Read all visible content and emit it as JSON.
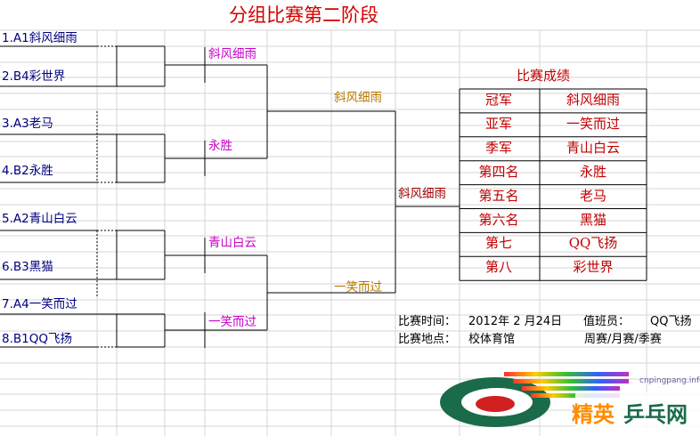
{
  "title": "分组比赛第二阶段",
  "entries": [
    "1.A1斜风细雨",
    "2.B4彩世界",
    "3.A3老马",
    "4.B2永胜",
    "5.A2青山白云",
    "6.B3黑猫",
    "7.A4一笑而过",
    "8.B1QQ飞扬"
  ],
  "round1_winners": [
    "斜风细雨",
    "永胜",
    "青山白云",
    "一笑而过"
  ],
  "round2_winners": [
    "斜风细雨",
    "一笑而过"
  ],
  "final_winner": "斜风细雨",
  "results": {
    "title": "比赛成绩",
    "rows": [
      {
        "rank": "冠军",
        "name": "斜风细雨"
      },
      {
        "rank": "亚军",
        "name": "一笑而过"
      },
      {
        "rank": "季军",
        "name": "青山白云"
      },
      {
        "rank": "第四名",
        "name": "永胜"
      },
      {
        "rank": "第五名",
        "name": "老马"
      },
      {
        "rank": "第六名",
        "name": "黑猫"
      },
      {
        "rank": "第七",
        "name": "QQ飞扬"
      },
      {
        "rank": "第八",
        "name": "彩世界"
      }
    ]
  },
  "info": {
    "time_label": "比赛时间：",
    "time_value": "2012年 2 月24日",
    "duty_label": "值班员：",
    "duty_value": "QQ飞扬",
    "place_label": "比赛地点：",
    "place_value": "校体育馆",
    "cycle": "周赛/月赛/季赛"
  },
  "logo": {
    "site": "cnpingpang.info",
    "brand": "乒乓网",
    "brand_prefix": "精英"
  },
  "colors": {
    "title": "#d40000",
    "entry": "#000080",
    "round1": "#c800c8",
    "round2": "#b87800",
    "final": "#a00000",
    "results": "#c00000"
  }
}
